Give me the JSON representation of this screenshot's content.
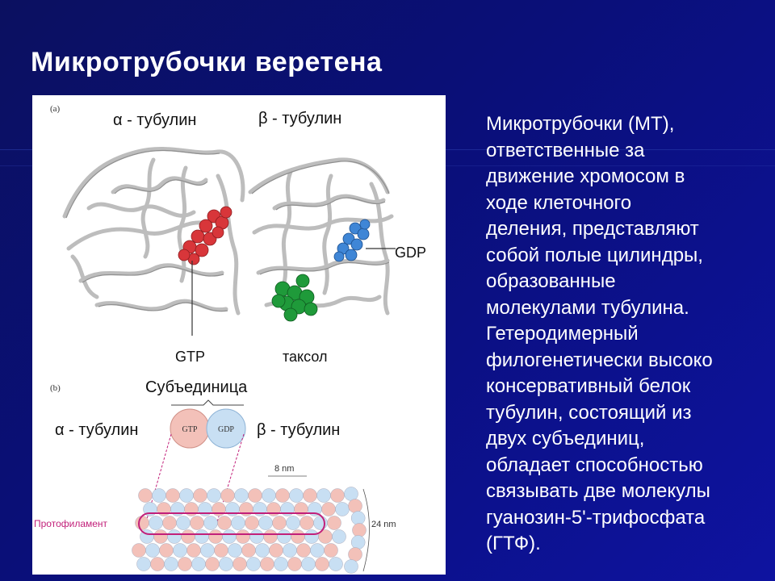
{
  "slide": {
    "title": "Микротрубочки веретена",
    "body_lines": [
      "Микротрубочки (МТ),",
      "ответственные за",
      "движение хромосом в",
      "ходе клеточного",
      "деления, представляют",
      "собой полые цилиндры,",
      "образованные",
      "молекулами тубулина.",
      "Гетеродимерный",
      "филогенетически высоко",
      "консервативный белок",
      "тубулин, состоящий из",
      "двух субъединиц,",
      "обладает способностью",
      "связывать две молекулы",
      "гуанозин-5'-трифосфата",
      "(ГТФ)."
    ]
  },
  "figure": {
    "panel_a_label": "(a)",
    "panel_b_label": "(b)",
    "alpha_label": "α - тубулин",
    "beta_label": "β - тубулин",
    "gdp_label": "GDP",
    "gtp_label": "GTP",
    "taxol_label": "таксол",
    "subunit_label": "Субъединица",
    "alpha_label_b": "α - тубулин",
    "beta_label_b": "β - тубулин",
    "sphere_gtp": "GTP",
    "sphere_gdp": "GDP",
    "width_label": "8 nm",
    "diameter_label": "24 nm",
    "protofilament_label": "Протофиламент",
    "colors": {
      "gtp_red": "#d8363a",
      "gdp_blue": "#3f86d6",
      "taxol_green": "#1f9a3a",
      "alpha_pink": "#f3c1b9",
      "beta_blue": "#c8dff3",
      "protofilament_magenta": "#c2207a"
    }
  }
}
